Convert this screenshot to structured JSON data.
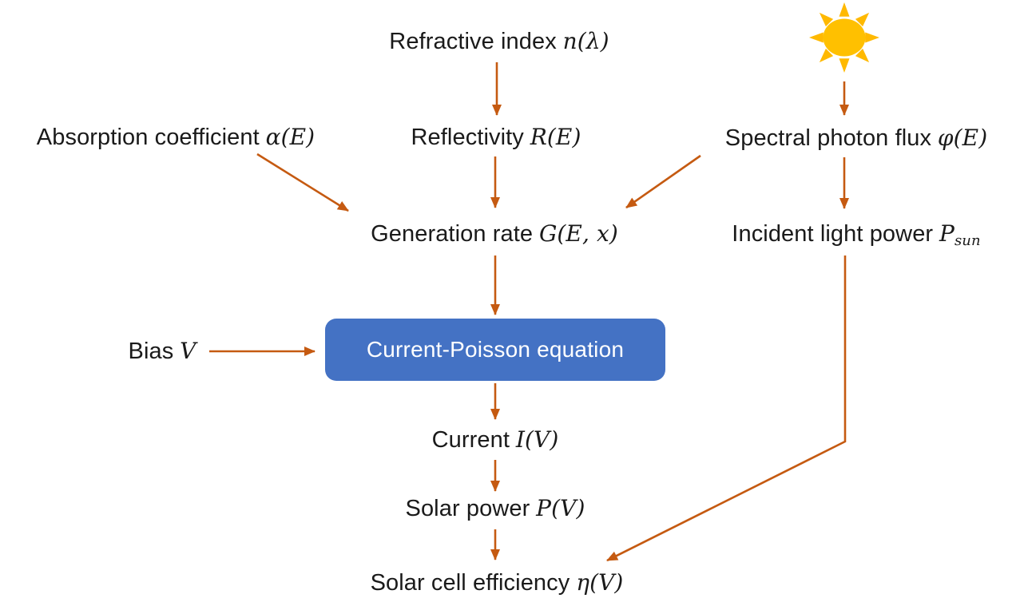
{
  "diagram": {
    "nodes": {
      "refractive_index": {
        "text": "Refractive index",
        "math": "n(λ)"
      },
      "reflectivity": {
        "text": "Reflectivity",
        "math": "R(E)"
      },
      "absorption_coefficient": {
        "text": "Absorption coefficient",
        "math": "α(E)"
      },
      "spectral_photon_flux": {
        "text": "Spectral photon flux",
        "math": "φ(E)"
      },
      "generation_rate": {
        "text": "Generation rate",
        "math": "G(E, x)"
      },
      "incident_light_power": {
        "text": "Incident light power",
        "math_base": "P",
        "math_sub": "sun"
      },
      "bias": {
        "text": "Bias",
        "math": "V"
      },
      "current_poisson_box": {
        "label": "Current-Poisson equation"
      },
      "current": {
        "text": "Current",
        "math": "I(V)"
      },
      "solar_power": {
        "text": "Solar power",
        "math": "P(V)"
      },
      "solar_cell_efficiency": {
        "text": "Solar cell efficiency",
        "math": "η(V)"
      }
    },
    "icons": {
      "sun": "sun-icon"
    },
    "edges": [
      {
        "from": "refractive_index",
        "to": "reflectivity"
      },
      {
        "from": "sun",
        "to": "spectral_photon_flux"
      },
      {
        "from": "absorption_coefficient",
        "to": "generation_rate"
      },
      {
        "from": "reflectivity",
        "to": "generation_rate"
      },
      {
        "from": "spectral_photon_flux",
        "to": "generation_rate"
      },
      {
        "from": "spectral_photon_flux",
        "to": "incident_light_power"
      },
      {
        "from": "generation_rate",
        "to": "current_poisson_box"
      },
      {
        "from": "bias",
        "to": "current_poisson_box"
      },
      {
        "from": "current_poisson_box",
        "to": "current"
      },
      {
        "from": "current",
        "to": "solar_power"
      },
      {
        "from": "solar_power",
        "to": "solar_cell_efficiency"
      },
      {
        "from": "incident_light_power",
        "to": "solar_cell_efficiency"
      }
    ],
    "colors": {
      "arrow": "#C55A11",
      "box_fill": "#4472C4",
      "box_text": "#FFFFFF",
      "sun_body": "#FFC000",
      "sun_rays": "#FFB900",
      "text": "#1A1A1A",
      "background": "#FFFFFF"
    }
  }
}
